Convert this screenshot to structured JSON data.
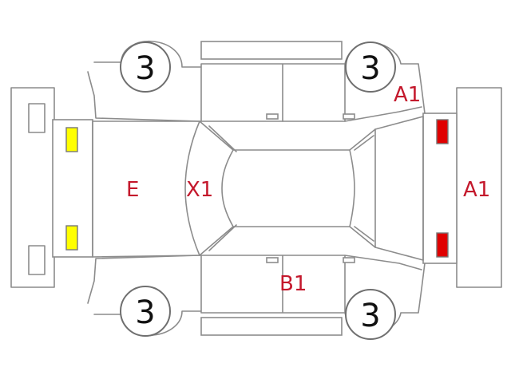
{
  "wheels": {
    "front_left": "3",
    "front_right": "3",
    "rear_left": "3",
    "rear_right": "3"
  },
  "codes": {
    "front_bumper": "E",
    "bonnet": "X1",
    "rear_quarter_upper": "A1",
    "rear_bumper": "A1",
    "lower_side": "B1"
  },
  "colors": {
    "outline": "#8c8c8c",
    "code_text": "#c4182c",
    "front_lamp": "#ffff00",
    "rear_lamp": "#e00000"
  }
}
